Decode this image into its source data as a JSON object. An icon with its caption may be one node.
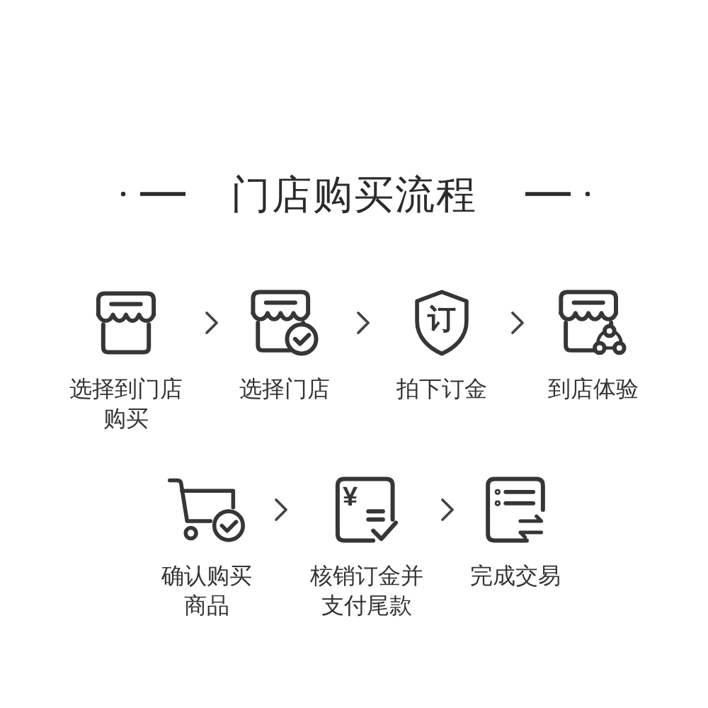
{
  "diagram": {
    "title": "门店购买流程",
    "nodes": [
      {
        "text": [
          "选择到门店购买"
        ]
      },
      {
        "text": [
          "选择门店"
        ]
      },
      {
        "text": [
          "订",
          "拍下订金"
        ]
      },
      {
        "text": [
          "到店体验"
        ]
      },
      {
        "text": [
          "确认购买商品"
        ]
      },
      {
        "text": [
          "¥",
          "核销订金并支付尾款"
        ]
      },
      {
        "text": [
          "完成交易"
        ]
      }
    ],
    "edges": [
      {
        "from": 0,
        "to": 1,
        "arrow": "to"
      },
      {
        "from": 1,
        "to": 2,
        "arrow": "to"
      },
      {
        "from": 2,
        "to": 3,
        "arrow": "to"
      },
      {
        "from": 4,
        "to": 5,
        "arrow": "to"
      },
      {
        "from": 5,
        "to": 6,
        "arrow": "to"
      }
    ]
  }
}
